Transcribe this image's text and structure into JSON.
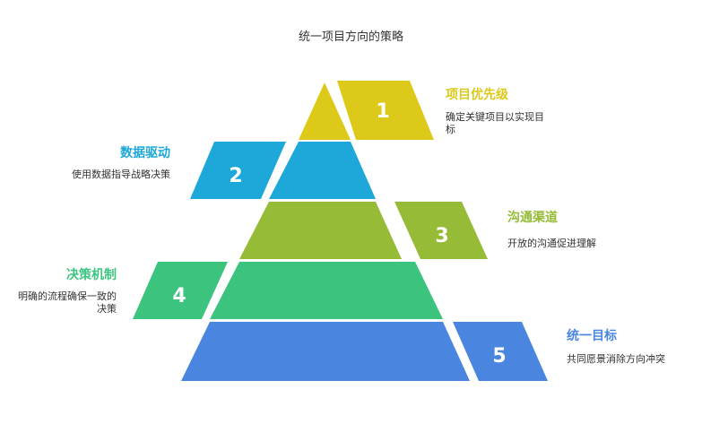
{
  "title": "统一项目方向的策略",
  "colors": {
    "level1": "#DDC91A",
    "level2": "#1EA8D9",
    "level3": "#95BB37",
    "level4": "#3CC47F",
    "level5": "#4A86E0"
  },
  "levels": [
    {
      "number": "1",
      "label": "项目优先级",
      "desc": "确定关键项目以实现目标"
    },
    {
      "number": "2",
      "label": "数据驱动",
      "desc": "使用数据指导战略决策"
    },
    {
      "number": "3",
      "label": "沟通渠道",
      "desc": "开放的沟通促进理解"
    },
    {
      "number": "4",
      "label": "决策机制",
      "desc": "明确的流程确保一致的决策"
    },
    {
      "number": "5",
      "label": "统一目标",
      "desc": "共同愿景消除方向冲突"
    }
  ]
}
